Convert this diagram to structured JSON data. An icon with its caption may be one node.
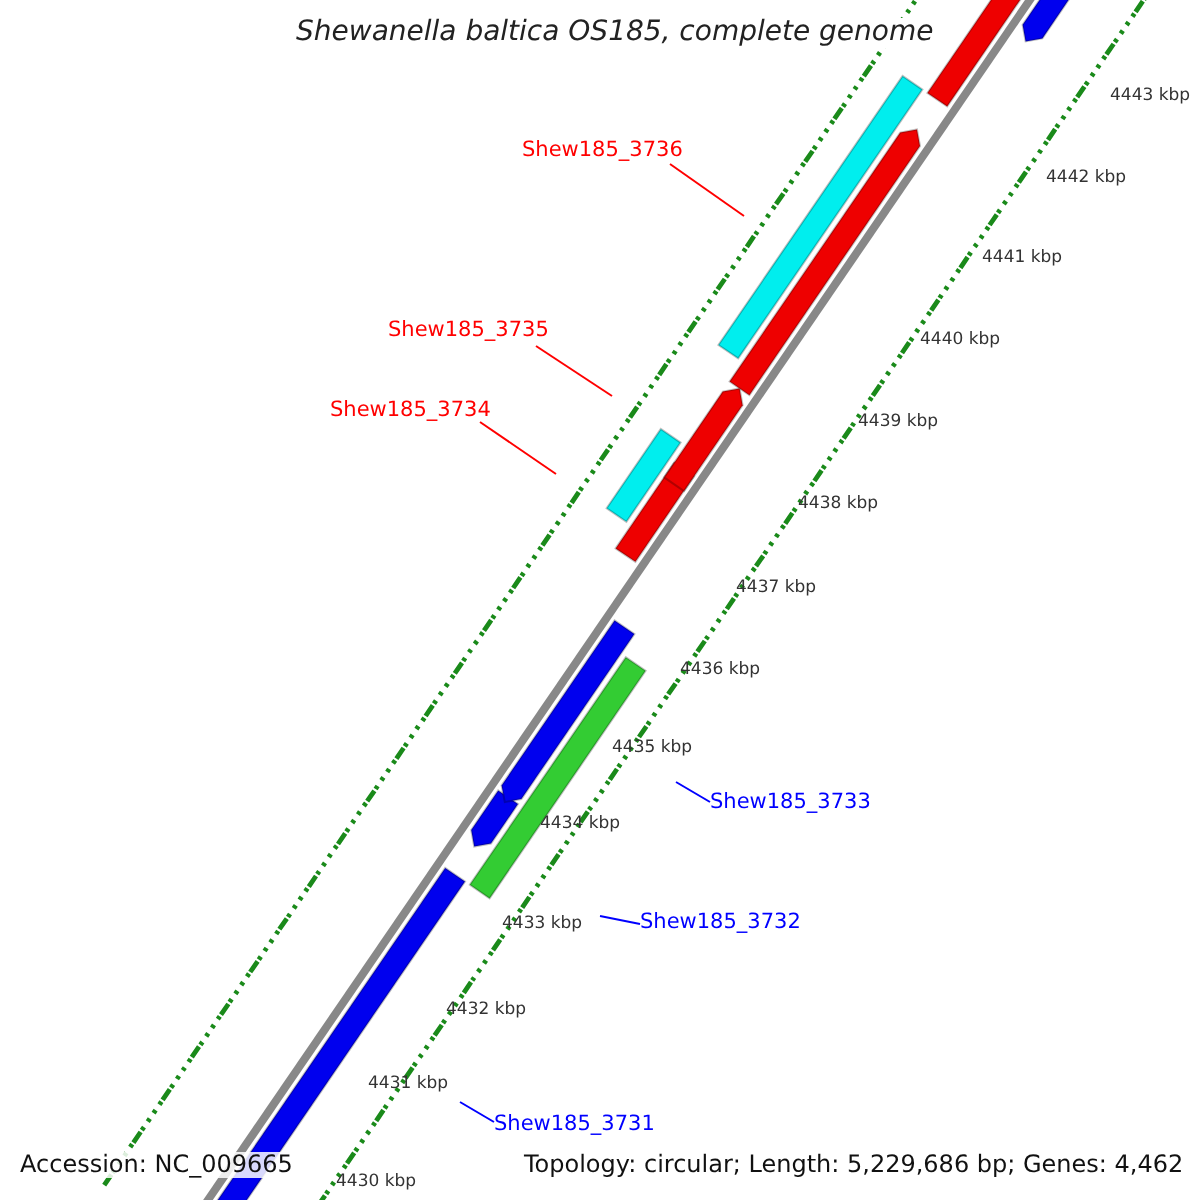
{
  "diagram": {
    "title": "Shewanella baltica OS185, complete genome",
    "nodes": [
      {
        "text": [
          "Shew185_3736"
        ]
      },
      {
        "text": [
          "Shew185_3735"
        ]
      },
      {
        "text": [
          "Shew185_3734"
        ]
      },
      {
        "text": [
          "Shew185_3733"
        ]
      },
      {
        "text": [
          "Shew185_3732"
        ]
      },
      {
        "text": [
          "Shew185_3731"
        ]
      }
    ],
    "edges": [
      {
        "from": 0,
        "to": null,
        "arrow": "none",
        "color": "#ff0000"
      },
      {
        "from": 1,
        "to": null,
        "arrow": "none",
        "color": "#ff0000"
      },
      {
        "from": 2,
        "to": null,
        "arrow": "none",
        "color": "#ff0000"
      },
      {
        "from": 3,
        "to": null,
        "arrow": "none",
        "color": "#0000ff"
      },
      {
        "from": 4,
        "to": null,
        "arrow": "none",
        "color": "#0000ff"
      },
      {
        "from": 5,
        "to": null,
        "arrow": "none",
        "color": "#0000ff"
      }
    ],
    "labels": [
      "4443 kbp",
      "4442 kbp",
      "4441 kbp",
      "4440 kbp",
      "4439 kbp",
      "4438 kbp",
      "4437 kbp",
      "4436 kbp",
      "4435 kbp",
      "4434 kbp",
      "4433 kbp",
      "4432 kbp",
      "4431 kbp",
      "4430 kbp",
      "Accession: NC_009665",
      "Topology: circular; Length: 5,229,686 bp; Genes: 4,462"
    ]
  }
}
